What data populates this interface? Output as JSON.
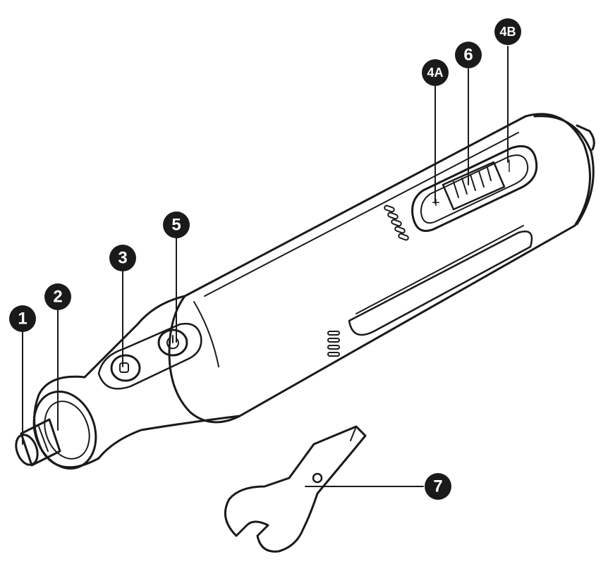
{
  "diagram": {
    "callouts": [
      {
        "id": "1",
        "label": "1"
      },
      {
        "id": "2",
        "label": "2"
      },
      {
        "id": "3",
        "label": "3"
      },
      {
        "id": "5",
        "label": "5"
      },
      {
        "id": "4A",
        "label": "4A"
      },
      {
        "id": "6",
        "label": "6"
      },
      {
        "id": "4B",
        "label": "4B"
      },
      {
        "id": "7",
        "label": "7"
      }
    ],
    "switch_marks": {
      "minus": "–",
      "plus": "+",
      "bar": "|"
    },
    "colors": {
      "ink": "#1a1a1a",
      "callout_fill": "#1a1a1a",
      "callout_text": "#ffffff",
      "background": "#ffffff"
    }
  }
}
